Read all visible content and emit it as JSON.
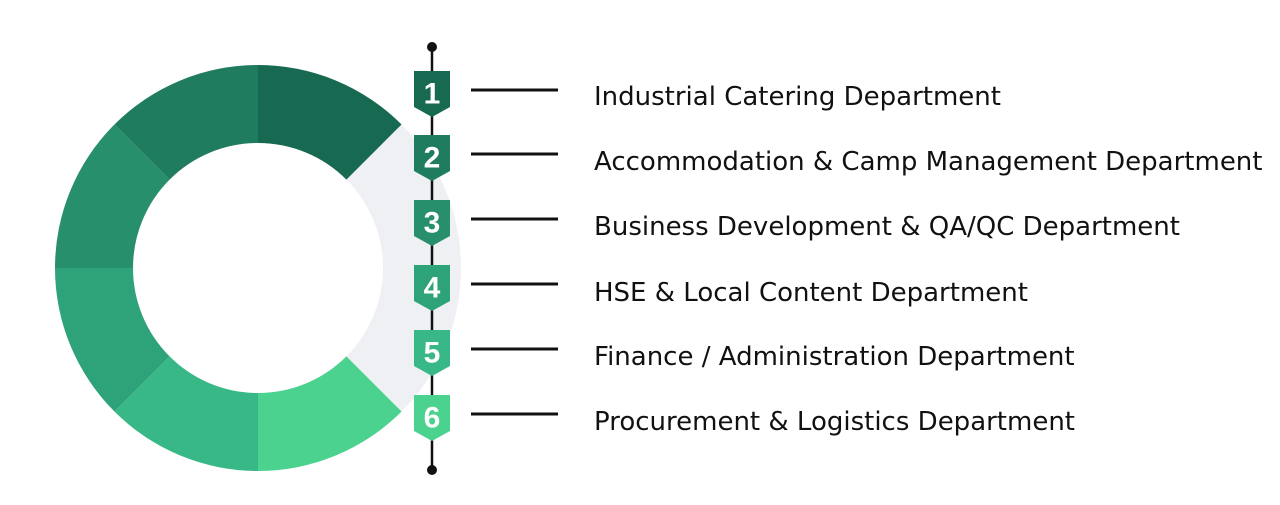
{
  "items": [
    {
      "number": "1",
      "label": "Industrial Catering Department",
      "color": "#176a51"
    },
    {
      "number": "2",
      "label": "Accommodation & Camp Management Department",
      "color": "#1f7c5e"
    },
    {
      "number": "3",
      "label": "Business Development & QA/QC Department",
      "color": "#278f6b"
    },
    {
      "number": "4",
      "label": "HSE & Local Content Department",
      "color": "#2ea278"
    },
    {
      "number": "5",
      "label": "Finance / Administration Department",
      "color": "#38b886"
    },
    {
      "number": "6",
      "label": "Procurement & Logistics Department",
      "color": "#4bd28f"
    }
  ],
  "colors": {
    "ring_background": "#eff0f3",
    "timeline": "#111111",
    "connector": "#111111"
  }
}
